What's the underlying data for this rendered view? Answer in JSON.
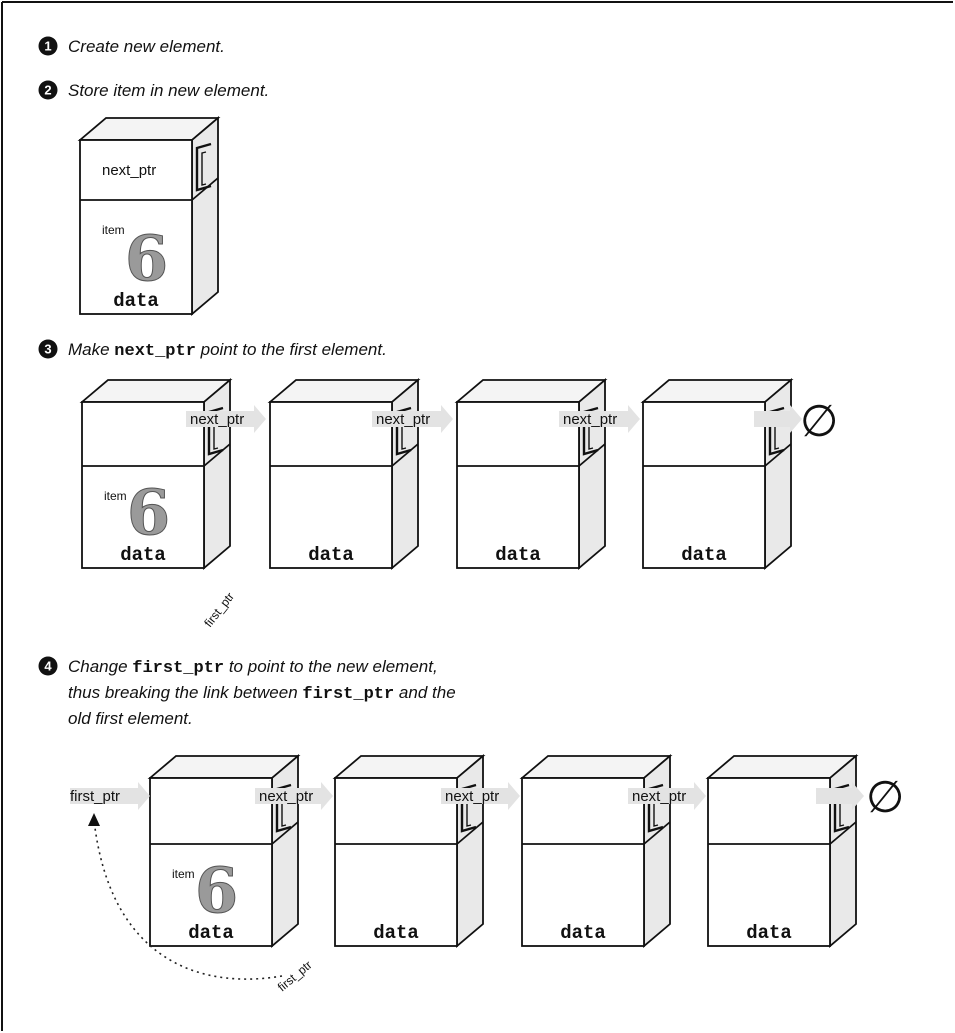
{
  "steps": [
    {
      "number": "1",
      "parts": [
        {
          "text": "Create new element.",
          "code": false
        }
      ]
    },
    {
      "number": "2",
      "parts": [
        {
          "text": "Store item in new element.",
          "code": false
        }
      ]
    },
    {
      "number": "3",
      "parts": [
        {
          "text": "Make ",
          "code": false
        },
        {
          "text": "next_ptr",
          "code": true
        },
        {
          "text": " point to the first element.",
          "code": false
        }
      ]
    },
    {
      "number": "4",
      "lines": [
        [
          {
            "text": "Change ",
            "code": false
          },
          {
            "text": "first_ptr",
            "code": true
          },
          {
            "text": " to point to the new element,",
            "code": false
          }
        ],
        [
          {
            "text": "thus breaking the link between ",
            "code": false
          },
          {
            "text": "first_ptr",
            "code": true
          },
          {
            "text": " and the",
            "code": false
          }
        ],
        [
          {
            "text": "old first element.",
            "code": false
          }
        ]
      ]
    }
  ],
  "labels": {
    "next_ptr": "next_ptr",
    "first_ptr": "first_ptr",
    "item": "item",
    "data": "data",
    "null_symbol": "∅",
    "item_value": "6"
  },
  "diagrams": {
    "single": {
      "elements": 1
    },
    "step3": {
      "elements": 4,
      "has_item": [
        true,
        false,
        false,
        false
      ]
    },
    "step4": {
      "elements": 4,
      "has_item": [
        true,
        false,
        false,
        false
      ]
    }
  }
}
